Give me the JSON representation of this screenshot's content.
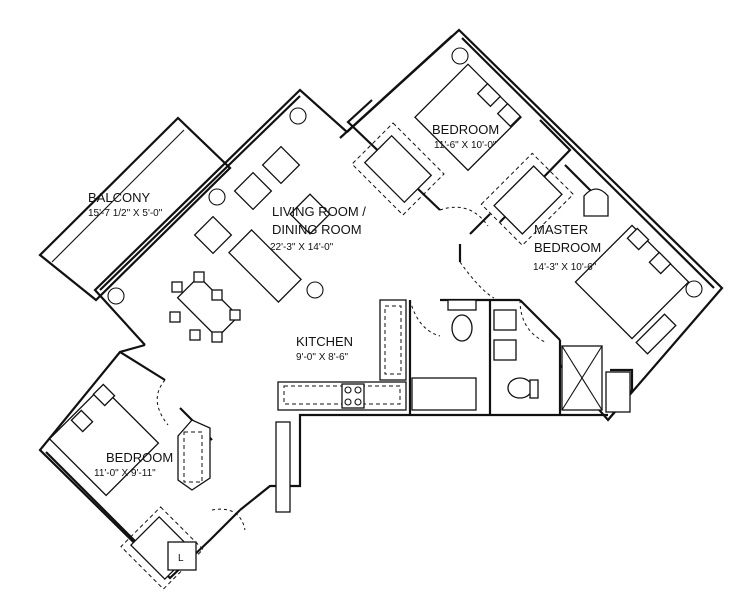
{
  "rooms": {
    "balcony": {
      "name": "BALCONY",
      "dims": "15'-7 1/2\" X 5'-0\""
    },
    "living": {
      "name_line1": "LIVING ROOM /",
      "name_line2": "DINING ROOM",
      "dims": "22'-3\" X 14'-0\""
    },
    "bedroom_top": {
      "name": "BEDROOM",
      "dims": "11'-6\" X 10'-0\""
    },
    "master": {
      "name_line1": "MASTER",
      "name_line2": "BEDROOM",
      "dims": "14'-3\" X 10'-6\""
    },
    "kitchen": {
      "name": "KITCHEN",
      "dims": "9'-0\" X 8'-6\""
    },
    "bedroom_bottom": {
      "name": "BEDROOM",
      "dims": "11'-0\" X 9'-11\""
    }
  },
  "laundry_label": "L"
}
